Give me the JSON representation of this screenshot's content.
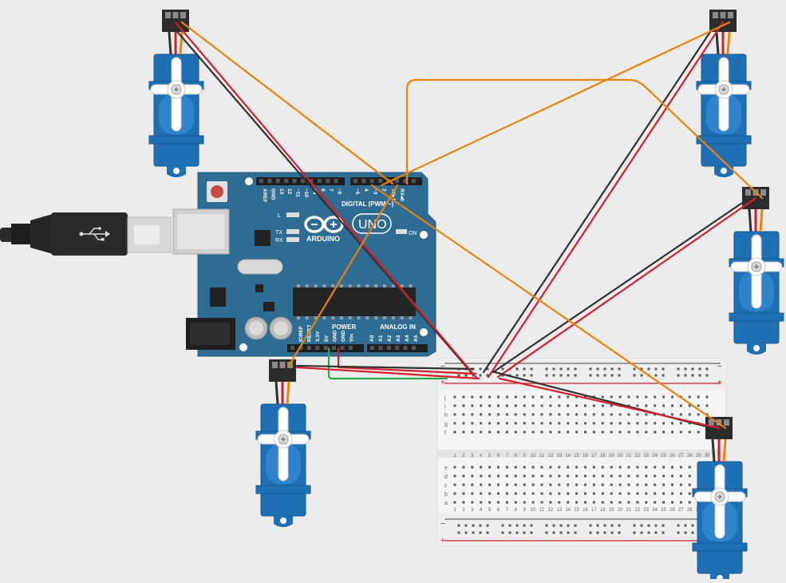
{
  "board": {
    "brand": "ARDUINO",
    "model": "UNO",
    "digital_header": "DIGITAL (PWM ~)",
    "power_header": "POWER",
    "analog_header": "ANALOG IN",
    "led_l": "L",
    "led_tx": "TX",
    "led_rx": "RX",
    "on_label": "ON",
    "digital_pins": [
      "AREF",
      "GND",
      "13",
      "12",
      "~11",
      "~10",
      "~9",
      "8",
      "7",
      "~6",
      "~5",
      "4",
      "~3",
      "2",
      "TX▸1",
      "RX◂0"
    ],
    "power_pins": [
      "IOREF",
      "RESET",
      "3.3V",
      "5V",
      "GND",
      "GND",
      "Vin"
    ],
    "analog_pins": [
      "A0",
      "A1",
      "A2",
      "A3",
      "A4",
      "A5"
    ]
  },
  "breadboard": {
    "rows_top": [
      "j",
      "i",
      "h",
      "g",
      "f"
    ],
    "rows_bottom": [
      "e",
      "d",
      "c",
      "b",
      "a"
    ],
    "columns": [
      "1",
      "2",
      "3",
      "4",
      "5",
      "6",
      "7",
      "8",
      "9",
      "10",
      "11",
      "12",
      "13",
      "14",
      "15",
      "16",
      "17",
      "18",
      "19",
      "20",
      "21",
      "22",
      "23",
      "24",
      "25",
      "26",
      "27",
      "28",
      "29",
      "30"
    ],
    "rail_minus": "−",
    "rail_plus": "+"
  },
  "colors": {
    "background": "#ececec",
    "board": "#2e6c94",
    "servo": "#1f6fb5",
    "wire_signal": "#e8830c",
    "wire_power": "#d4202a",
    "wire_ground": "#303030",
    "wire_green": "#2aa84a"
  },
  "components": {
    "servos": [
      "servo",
      "servo",
      "servo",
      "servo",
      "servo"
    ],
    "usb_icon": "usb-icon"
  }
}
